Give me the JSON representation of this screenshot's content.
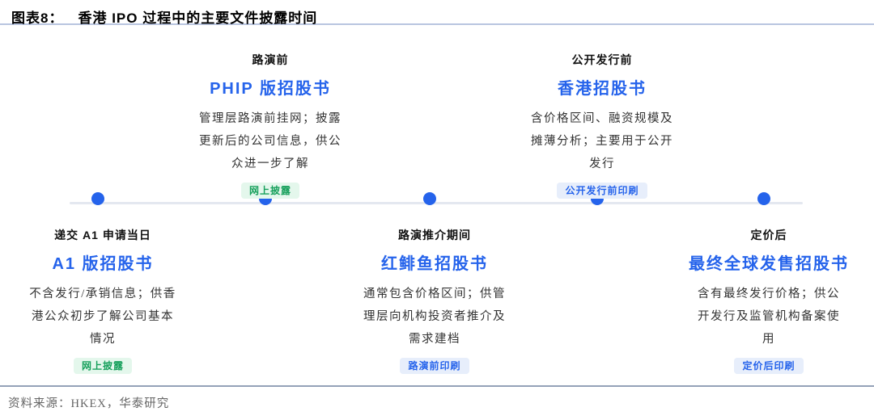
{
  "header": {
    "figure_label": "图表8：",
    "title": "香港 IPO 过程中的主要文件披露时间"
  },
  "timeline": {
    "events": [
      {
        "position": "below",
        "stage": "递交 A1 申请当日",
        "doc": "A1 版招股书",
        "desc_lines": [
          "不含发行/承销信息；供香",
          "港公众初步了解公司基本",
          "情况"
        ],
        "badge": {
          "label": "网上披露",
          "type": "green"
        }
      },
      {
        "position": "above",
        "stage": "路演前",
        "doc": "PHIP 版招股书",
        "desc_lines": [
          "管理层路演前挂网；披露",
          "更新后的公司信息，供公",
          "众进一步了解"
        ],
        "badge": {
          "label": "网上披露",
          "type": "green"
        }
      },
      {
        "position": "below",
        "stage": "路演推介期间",
        "doc": "红鲱鱼招股书",
        "desc_lines": [
          "通常包含价格区间；供管",
          "理层向机构投资者推介及",
          "需求建档"
        ],
        "badge": {
          "label": "路演前印刷",
          "type": "blue"
        }
      },
      {
        "position": "above",
        "stage": "公开发行前",
        "doc": "香港招股书",
        "desc_lines": [
          "含价格区间、融资规模及",
          "摊薄分析；主要用于公开",
          "发行"
        ],
        "badge": {
          "label": "公开发行前印刷",
          "type": "blue"
        }
      },
      {
        "position": "below",
        "stage": "定价后",
        "doc": "最终全球发售招股书",
        "desc_lines": [
          "含有最终发行价格；供公",
          "开发行及监管机构备案使",
          "用"
        ],
        "badge": {
          "label": "定价后印刷",
          "type": "blue"
        }
      }
    ]
  },
  "footer": {
    "source": "资料来源：HKEX，华泰研究"
  },
  "colors": {
    "accent_blue": "#2563eb",
    "track_gray": "#e4e8f0",
    "badge_green_bg": "#e4f7ec",
    "badge_green_text": "#17a05c",
    "badge_blue_bg": "#e7eefb",
    "badge_blue_text": "#2563eb",
    "header_rule": "#b9c5e0",
    "footer_rule": "#94a2b8"
  }
}
